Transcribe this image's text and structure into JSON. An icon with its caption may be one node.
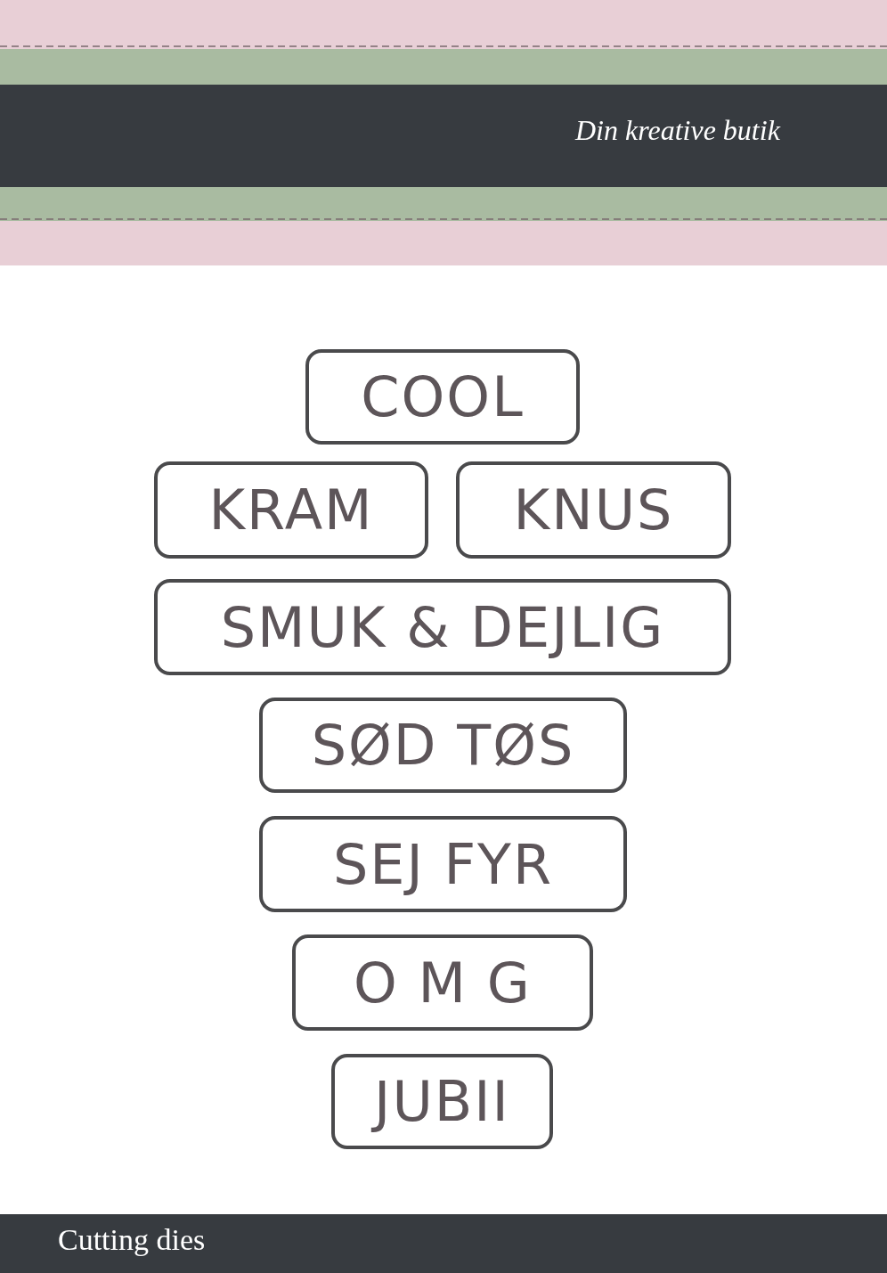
{
  "diagram": {
    "nodes": [
      {
        "text": [
          "COOL"
        ]
      },
      {
        "text": [
          "KRAM"
        ]
      },
      {
        "text": [
          "KNUS"
        ]
      },
      {
        "text": [
          "SMUK & DEJLIG"
        ]
      },
      {
        "text": [
          "SØD TØS"
        ]
      },
      {
        "text": [
          "SEJ FYR"
        ]
      },
      {
        "text": [
          "O M G"
        ]
      },
      {
        "text": [
          "JUBII"
        ]
      }
    ],
    "labels": [
      "Din kreative butik",
      "Cutting dies"
    ]
  }
}
